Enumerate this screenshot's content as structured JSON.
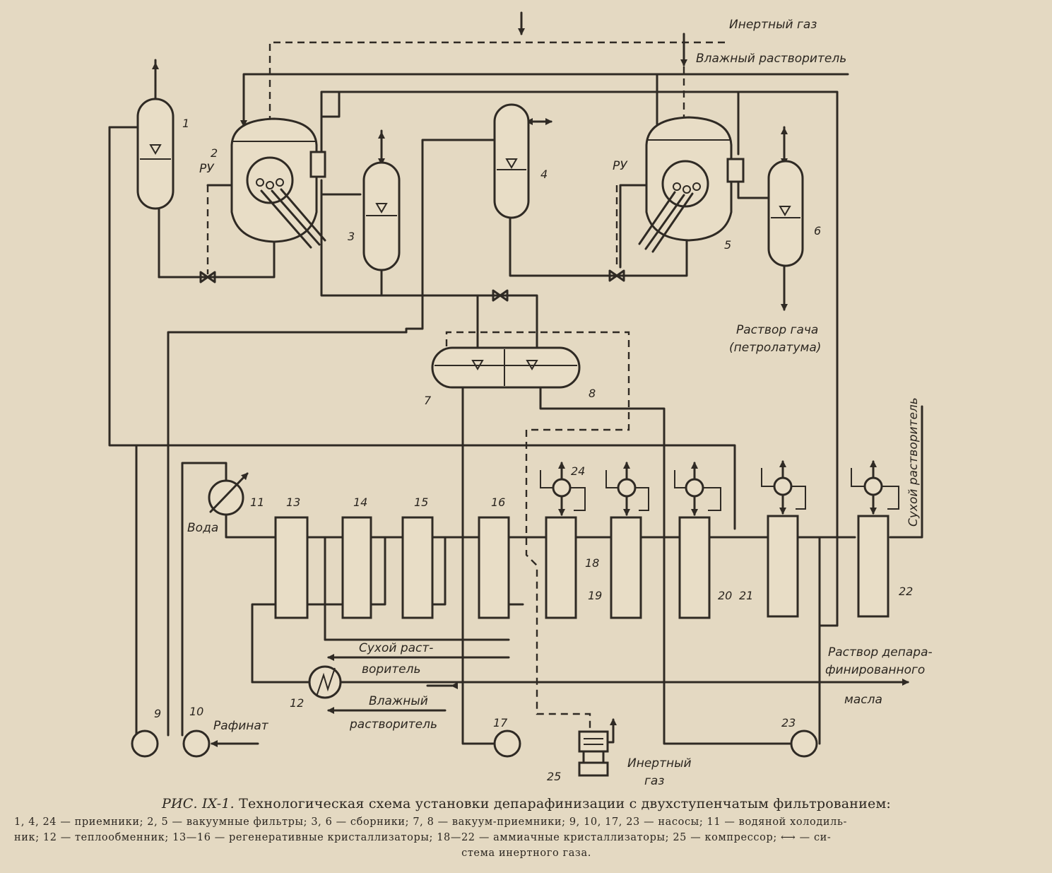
{
  "labels": {
    "inert_gas_top": "Инертный газ",
    "wet_solvent_top": "Влажный растворитель",
    "ru_left": "РУ",
    "ru_right": "РУ",
    "slack_line1": "Раствор гача",
    "slack_line2": "(петролатума)",
    "dry_solvent_right": "Сухой растворитель",
    "water": "Вода",
    "dry_solvent_mid1": "Сухой раст-",
    "dry_solvent_mid2": "воритель",
    "wet_solvent_mid1": "Влажный",
    "wet_solvent_mid2": "растворитель",
    "raffinate": "Рафинат",
    "oil_line1": "Раствор депара-",
    "oil_line2": "финированного",
    "oil_line3": "масла",
    "inert_gas_bottom1": "Инертный",
    "inert_gas_bottom2": "газ"
  },
  "numbers": {
    "n1": "1",
    "n2": "2",
    "n3": "3",
    "n4": "4",
    "n5": "5",
    "n6": "6",
    "n7": "7",
    "n8": "8",
    "n9": "9",
    "n10": "10",
    "n11": "11",
    "n12": "12",
    "n13": "13",
    "n14": "14",
    "n15": "15",
    "n16": "16",
    "n17": "17",
    "n18": "18",
    "n19": "19",
    "n20": "20",
    "n21": "21",
    "n22": "22",
    "n23": "23",
    "n24": "24",
    "n25": "25"
  },
  "caption": {
    "fig": "РИС. IX-1.",
    "title": "Технологическая схема установки депарафинизации с двухступенчатым фильтрованием:",
    "legend_line1": "1, 4, 24 — приемники; 2, 5 — вакуумные фильтры; 3, 6 — сборники; 7, 8 — вакуум-приемники; 9, 10, 17, 23 — насосы; 11 — водяной холодиль-",
    "legend_line2": "ник; 12 — теплообменник; 13—16 — регенеративные кристаллизаторы; 18—22 — аммиачные кристаллизаторы; 25 — компрессор; ⟷ — си-",
    "legend_line3": "стема инертного газа."
  }
}
